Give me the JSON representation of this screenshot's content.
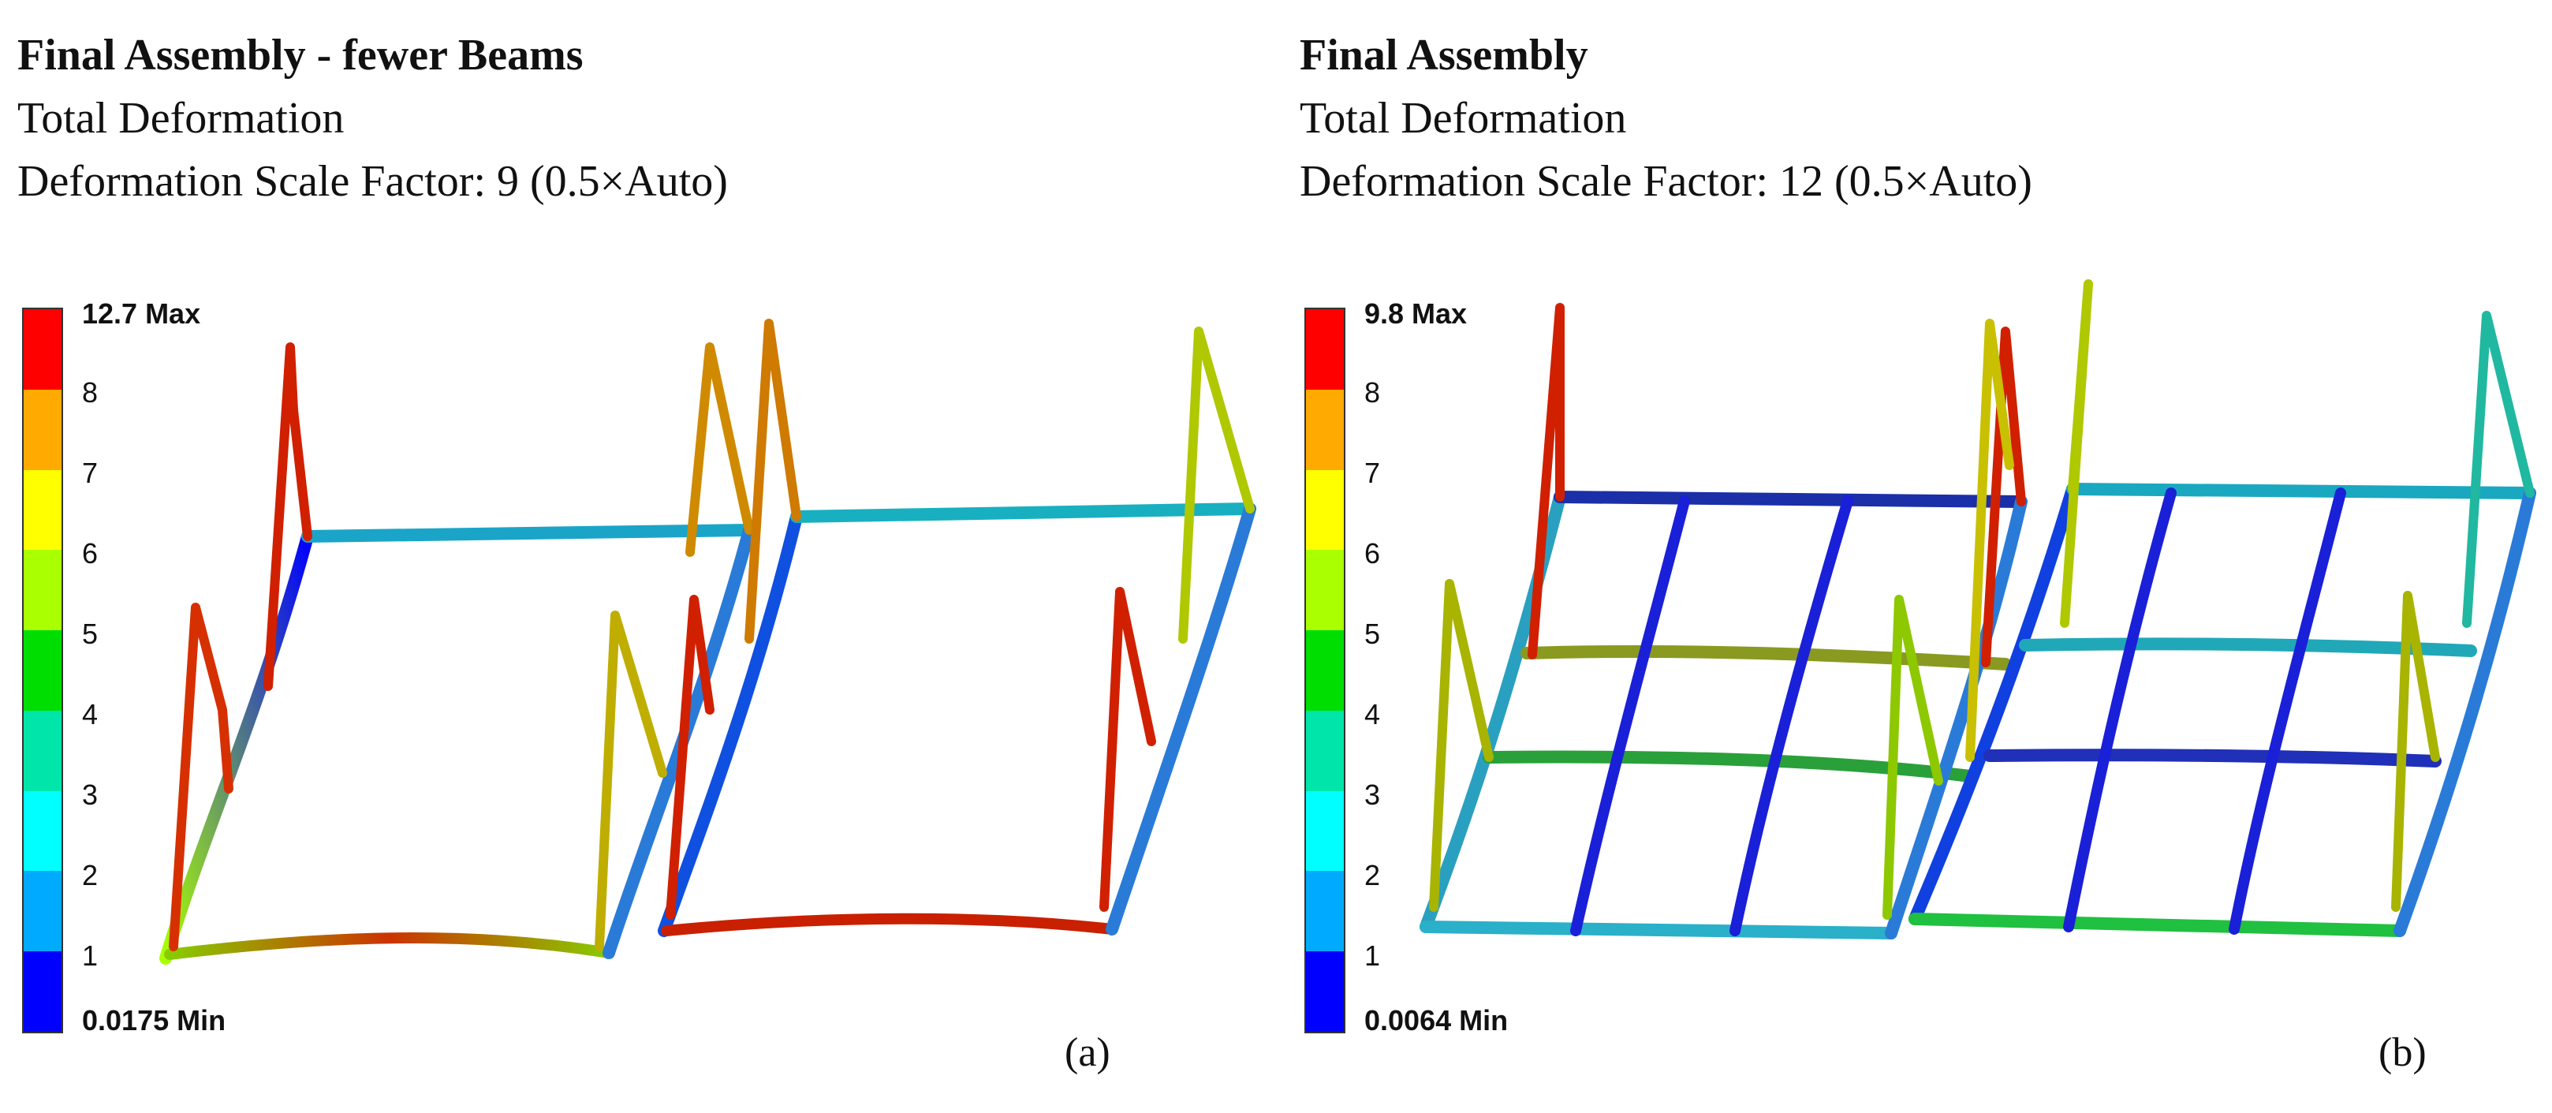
{
  "panels": [
    {
      "title": "Final Assembly - fewer Beams",
      "subtitle": "Total Deformation",
      "scale_factor_text": "Deformation Scale Factor: 9 (0.5×Auto)",
      "label": "(a)",
      "legend": {
        "max_label": "12.7 Max",
        "min_label": "0.0175 Min",
        "ticks": [
          "8",
          "7",
          "6",
          "5",
          "4",
          "3",
          "2",
          "1"
        ]
      }
    },
    {
      "title": "Final Assembly",
      "subtitle": "Total Deformation",
      "scale_factor_text": "Deformation Scale Factor: 12 (0.5×Auto)",
      "label": "(b)",
      "legend": {
        "max_label": "9.8 Max",
        "min_label": "0.0064 Min",
        "ticks": [
          "8",
          "7",
          "6",
          "5",
          "4",
          "3",
          "2",
          "1"
        ]
      }
    }
  ],
  "legend_colors": [
    "#ff0000",
    "#ffaa00",
    "#ffff00",
    "#aaff00",
    "#00dd00",
    "#00e6aa",
    "#00ffff",
    "#00aaff",
    "#0000ff"
  ]
}
